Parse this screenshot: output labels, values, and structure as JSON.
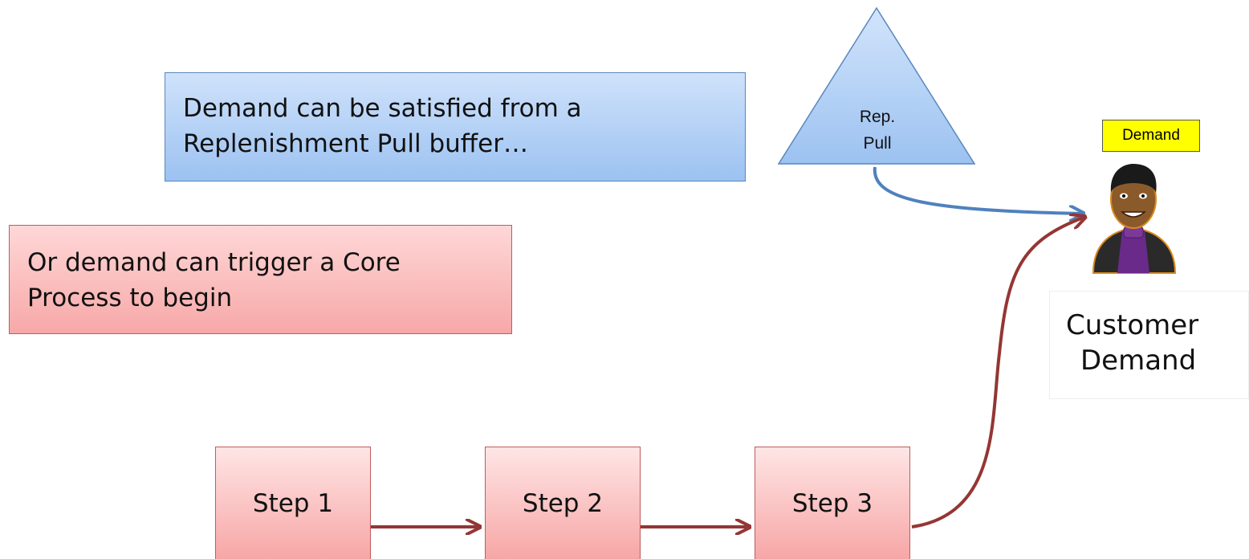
{
  "callouts": {
    "replenishment": [
      "Demand can be satisfied from a",
      "Replenishment Pull buffer…"
    ],
    "core": [
      "Or demand can trigger a Core",
      "Process to begin"
    ]
  },
  "buffer": {
    "line1": "Rep.",
    "line2": "Pull"
  },
  "steps": [
    "Step 1",
    "Step 2",
    "Step 3"
  ],
  "customer": {
    "badge": "Demand",
    "label_line1": "Customer",
    "label_line2": "Demand"
  },
  "colors": {
    "blue_connector": "#4f81bd",
    "red_connector": "#943634",
    "badge": "#ffff00"
  }
}
